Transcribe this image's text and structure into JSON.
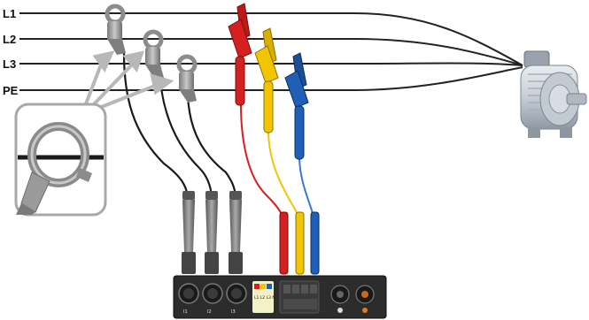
{
  "lines": [
    {
      "id": "l1",
      "label": "L1"
    },
    {
      "id": "l2",
      "label": "L2"
    },
    {
      "id": "l3",
      "label": "L3"
    },
    {
      "id": "pe",
      "label": "PE"
    }
  ],
  "clamps": [
    {
      "id": "clamp-l1",
      "on_line": "L1"
    },
    {
      "id": "clamp-l2",
      "on_line": "L2"
    },
    {
      "id": "clamp-l3",
      "on_line": "L3"
    }
  ],
  "voltage_probes": [
    {
      "id": "probe-l1",
      "color": "#d42020",
      "on_line": "L1"
    },
    {
      "id": "probe-l2",
      "color": "#f2c500",
      "on_line": "L2"
    },
    {
      "id": "probe-l3",
      "color": "#1f5fb5",
      "on_line": "L3"
    }
  ],
  "meter": {
    "current_inputs": [
      "I1",
      "I2",
      "I3"
    ],
    "voltage_input_label": "L1 L2 L3 N",
    "socket_labels": [
      "I1",
      "I2",
      "I3"
    ]
  },
  "colors": {
    "line": "#222222",
    "clamp_body": "#9a9a9a",
    "arrow": "#b8b8b8",
    "meter_panel": "#2c2c2c"
  }
}
